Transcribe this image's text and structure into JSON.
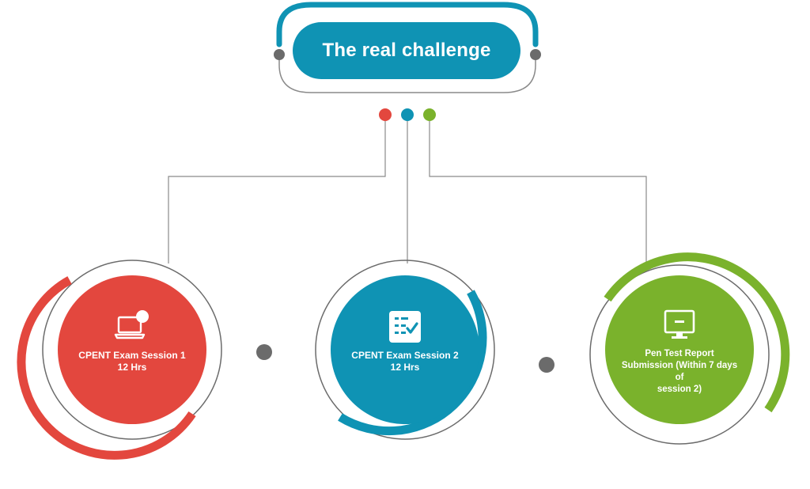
{
  "header": {
    "title": "The real challenge"
  },
  "colors": {
    "red": "#e3473e",
    "blue": "#0f93b4",
    "green": "#7ab22c",
    "gray": "#6b6b6b"
  },
  "nodes": [
    {
      "line1": "CPENT Exam Session 1",
      "line2": "12 Hrs",
      "icon": "laptop-icon"
    },
    {
      "line1": "CPENT Exam Session 2",
      "line2": "12 Hrs",
      "icon": "checklist-icon"
    },
    {
      "line1": "Pen Test Report",
      "line2": "Submission (Within 7 days of",
      "line3": "session 2)",
      "icon": "monitor-icon"
    }
  ]
}
